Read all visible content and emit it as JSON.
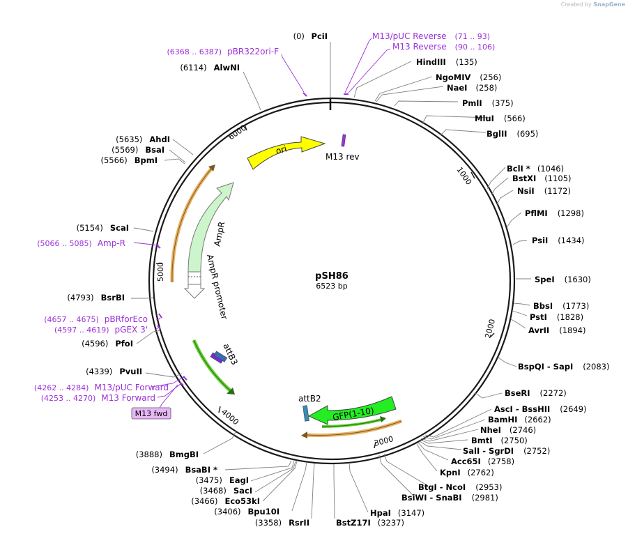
{
  "credit": {
    "prefix": "Created by",
    "brand": "SnapGene"
  },
  "plasmid": {
    "name": "pSH86",
    "length_label": "6523 bp",
    "length": 6523
  },
  "ruler_ticks": [
    "1000",
    "2000",
    "3000",
    "4000",
    "5000",
    "6000"
  ],
  "colors": {
    "enzyme": "#000000",
    "primer": "#9b30d9",
    "ring": "#1a1a1a",
    "leader": "#808080"
  },
  "sites": [
    {
      "name": "PciI",
      "pos": "(0)"
    },
    {
      "name": "HindIII",
      "pos": "(135)"
    },
    {
      "name": "NgoMIV",
      "pos": "(256)"
    },
    {
      "name": "NaeI",
      "pos": "(258)"
    },
    {
      "name": "PmlI",
      "pos": "(375)"
    },
    {
      "name": "MluI",
      "pos": "(566)"
    },
    {
      "name": "BglII",
      "pos": "(695)"
    },
    {
      "name": "BclI *",
      "pos": "(1046)"
    },
    {
      "name": "BstXI",
      "pos": "(1105)"
    },
    {
      "name": "NsiI",
      "pos": "(1172)"
    },
    {
      "name": "PflMI",
      "pos": "(1298)"
    },
    {
      "name": "PsiI",
      "pos": "(1434)"
    },
    {
      "name": "SpeI",
      "pos": "(1630)"
    },
    {
      "name": "BbsI",
      "pos": "(1773)"
    },
    {
      "name": "PstI",
      "pos": "(1828)"
    },
    {
      "name": "AvrII",
      "pos": "(1894)"
    },
    {
      "name": "BspQI  -  SapI",
      "pos": "(2083)"
    },
    {
      "name": "BseRI",
      "pos": "(2272)"
    },
    {
      "name": "AscI  -  BssHII",
      "pos": "(2649)"
    },
    {
      "name": "BamHI",
      "pos": "(2662)"
    },
    {
      "name": "NheI",
      "pos": "(2746)"
    },
    {
      "name": "BmtI",
      "pos": "(2750)"
    },
    {
      "name": "SalI  -  SgrDI",
      "pos": "(2752)"
    },
    {
      "name": "Acc65I",
      "pos": "(2758)"
    },
    {
      "name": "KpnI",
      "pos": "(2762)"
    },
    {
      "name": "BtgI  -  NcoI",
      "pos": "(2953)"
    },
    {
      "name": "BsiWI  -  SnaBI",
      "pos": "(2981)"
    },
    {
      "name": "HpaI",
      "pos": "(3147)"
    },
    {
      "name": "BstZ17I",
      "pos": "(3237)"
    },
    {
      "name": "RsrII",
      "pos": "(3358)"
    },
    {
      "name": "Bpu10I",
      "pos": "(3406)"
    },
    {
      "name": "Eco53kI",
      "pos": "(3466)"
    },
    {
      "name": "SacI",
      "pos": "(3468)"
    },
    {
      "name": "EagI",
      "pos": "(3475)"
    },
    {
      "name": "BsaBI *",
      "pos": "(3494)"
    },
    {
      "name": "BmgBI",
      "pos": "(3888)"
    },
    {
      "name": "PvuII",
      "pos": "(4339)"
    },
    {
      "name": "PfoI",
      "pos": "(4596)"
    },
    {
      "name": "BsrBI",
      "pos": "(4793)"
    },
    {
      "name": "ScaI",
      "pos": "(5154)"
    },
    {
      "name": "BpmI",
      "pos": "(5566)"
    },
    {
      "name": "BsaI",
      "pos": "(5569)"
    },
    {
      "name": "AhdI",
      "pos": "(5635)"
    },
    {
      "name": "AlwNI",
      "pos": "(6114)"
    }
  ],
  "primers": [
    {
      "name": "M13/pUC Reverse",
      "range": "(71 .. 93)"
    },
    {
      "name": "M13 Reverse",
      "range": "(90 .. 106)"
    },
    {
      "name": "pBR322ori-F",
      "range": "(6368 .. 6387)"
    },
    {
      "name": "Amp-R",
      "range": "(5066 .. 5085)"
    },
    {
      "name": "pBRforEco",
      "range": "(4657 .. 4675)"
    },
    {
      "name": "pGEX 3'",
      "range": "(4597 .. 4619)"
    },
    {
      "name": "M13/pUC Forward",
      "range": "(4262 .. 4284)"
    },
    {
      "name": "M13 Forward",
      "range": "(4253 .. 4270)"
    }
  ],
  "features": {
    "ori": "ori",
    "m13rev": "M13 rev",
    "ampr": "AmpR",
    "ampr_promoter": "AmpR promoter",
    "attb3": "attB3",
    "attb2": "attB2",
    "gfp": "GFP(1-10)",
    "m13fwd": "M13 fwd"
  },
  "feature_colors": {
    "ori": "#ffff00",
    "ampr": "#ccf5cc",
    "gfp": "#22ee22",
    "orf": "#e8b060",
    "att": "#7a2fc9"
  }
}
